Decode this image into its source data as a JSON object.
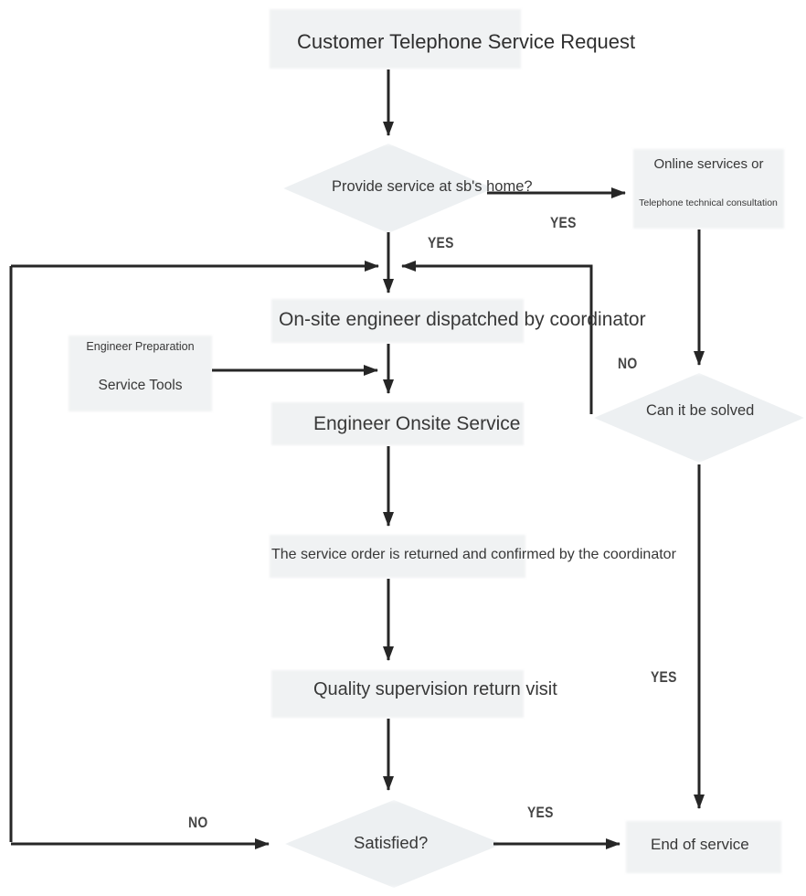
{
  "diagram": {
    "type": "flowchart",
    "nodes": {
      "request": {
        "label": "Customer Telephone Service Request"
      },
      "provide_home": {
        "label": "Provide service at sb's home?"
      },
      "online": {
        "line1": "Online services or",
        "line2": "Telephone technical consultation"
      },
      "dispatch": {
        "label": "On-site engineer dispatched by coordinator"
      },
      "prep": {
        "line1": "Engineer Preparation",
        "line2": "Service Tools"
      },
      "onsite": {
        "label": "Engineer Onsite Service"
      },
      "order_return": {
        "label": "The service order is returned and confirmed by the coordinator"
      },
      "quality": {
        "label": "Quality supervision return visit"
      },
      "can_solve": {
        "label": "Can it be solved"
      },
      "satisfied": {
        "label": "Satisfied?"
      },
      "end": {
        "label": "End of service"
      }
    },
    "edge_labels": {
      "provide_right_yes": "YES",
      "provide_down_yes": "YES",
      "can_solve_no": "NO",
      "can_solve_yes": "YES",
      "satisfied_no": "NO",
      "satisfied_yes": "YES"
    },
    "colors": {
      "background": "#ffffff",
      "node_fill": "#f0f2f3",
      "line": "#262626",
      "text": "#383838"
    }
  }
}
